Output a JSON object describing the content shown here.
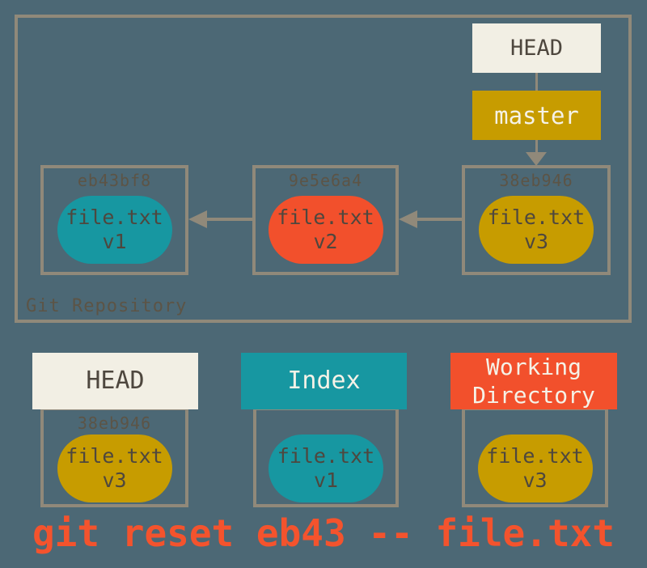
{
  "diagram": {
    "repository": {
      "label": "Git Repository",
      "head_label": "HEAD",
      "branch_label": "master",
      "commits": [
        {
          "hash": "eb43bf8",
          "file": "file.txt",
          "version": "v1",
          "pill_color": "#1797A1"
        },
        {
          "hash": "9e5e6a4",
          "file": "file.txt",
          "version": "v2",
          "pill_color": "#F2502C"
        },
        {
          "hash": "38eb946",
          "file": "file.txt",
          "version": "v3",
          "pill_color": "#C79C00"
        }
      ]
    },
    "areas": [
      {
        "title": "HEAD",
        "hash": "38eb946",
        "file": "file.txt",
        "version": "v3",
        "header_color": "#F2EFE4",
        "pill_color": "#C79C00"
      },
      {
        "title": "Index",
        "hash": "",
        "file": "file.txt",
        "version": "v1",
        "header_color": "#1797A1",
        "pill_color": "#1797A1"
      },
      {
        "title": "Working Directory",
        "hash": "",
        "file": "file.txt",
        "version": "v3",
        "header_color": "#F2502C",
        "pill_color": "#C79C00"
      }
    ],
    "command": "git reset eb43 -- file.txt",
    "colors": {
      "background": "#4C6875",
      "box_border": "#90897A",
      "command_text": "#F4532D"
    }
  }
}
